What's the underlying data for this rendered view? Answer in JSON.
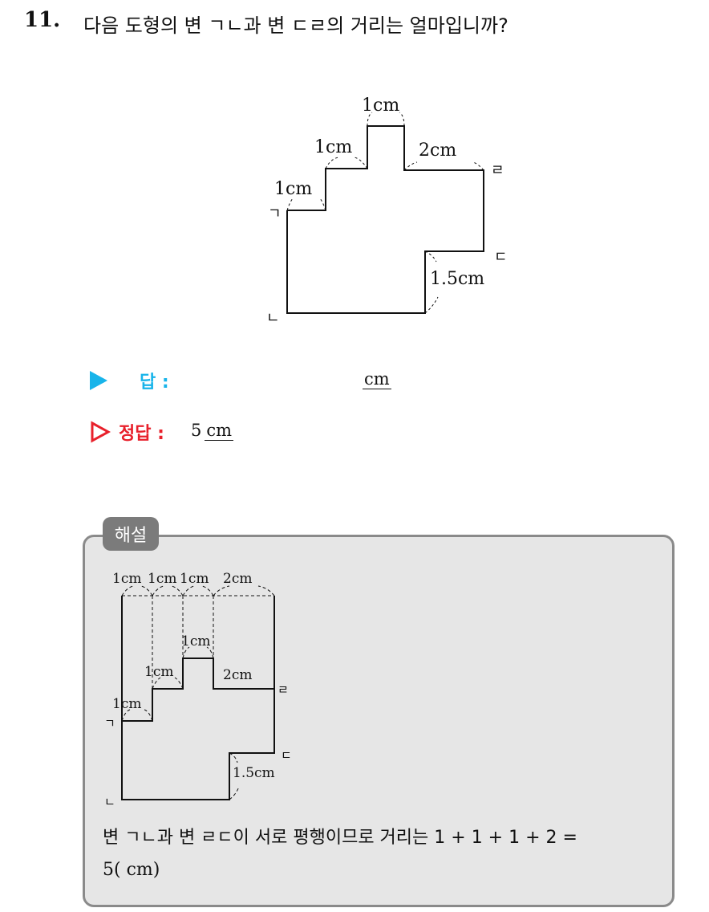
{
  "question": {
    "number": "11.",
    "text": "다음 도형의 변 ㄱㄴ과 변 ㄷㄹ의 거리는 얼마입니까?"
  },
  "figure": {
    "labels": {
      "top_segment": "1cm",
      "upper_step": "1cm",
      "lower_step": "1cm",
      "right_top": "2cm",
      "notch": "1.5cm",
      "vertex_g": "ㄱ",
      "vertex_n": "ㄴ",
      "vertex_d": "ㄷ",
      "vertex_r": "ㄹ"
    }
  },
  "answer": {
    "label": "답 :",
    "unit": "cm"
  },
  "correct": {
    "label": "정답 :",
    "value": "5",
    "unit": "cm"
  },
  "explanation": {
    "tag": "해설",
    "figure": {
      "top_labels": [
        "1cm",
        "1cm",
        "1cm",
        "2cm"
      ],
      "top_segment": "1cm",
      "upper_step": "1cm",
      "lower_step": "1cm",
      "right_top": "2cm",
      "notch": "1.5cm",
      "vertex_g": "ㄱ",
      "vertex_n": "ㄴ",
      "vertex_d": "ㄷ",
      "vertex_r": "ㄹ"
    },
    "line1": "변 ㄱㄴ과 변 ㄹㄷ이 서로 평행이므로 거리는 1 + 1 + 1 + 2 =",
    "line2": "5( cm)"
  },
  "colors": {
    "answer_accent": "#18b4ea",
    "correct_accent": "#e8202b",
    "box_bg": "#e6e6e6",
    "box_border": "#8a8a8a",
    "tag_bg": "#7b7b7b"
  }
}
